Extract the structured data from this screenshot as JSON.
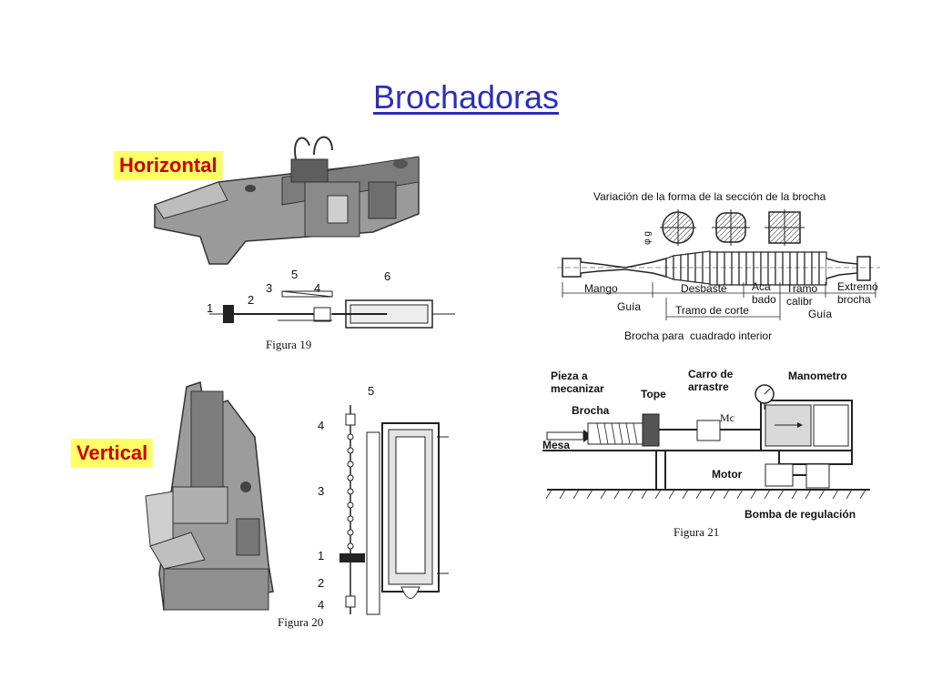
{
  "title": "Brochadoras",
  "labels": {
    "horizontal": "Horizontal",
    "vertical": "Vertical"
  },
  "fig19": {
    "caption": "Figura 19",
    "callouts": [
      "1",
      "2",
      "3",
      "4",
      "5",
      "6"
    ]
  },
  "fig20": {
    "caption": "Figura 20",
    "callouts": [
      "5",
      "4",
      "3",
      "1",
      "2",
      "4"
    ]
  },
  "broach": {
    "heading": "Variación de la forma de la sección de la brocha",
    "dimension": "φ g",
    "sections": [
      "Mango",
      "Desbaste",
      "Aca\nbado",
      "Tramo\ncalibr",
      "Extremo\nbrocha"
    ],
    "guia_left": "Guía",
    "guia_right": "Guía",
    "tramo_corte": "Tramo de corte",
    "caption": "Brocha para  cuadrado interior"
  },
  "fig21": {
    "caption": "Figura 21",
    "pieza": "Pieza a\nmecanizar",
    "carro": "Carro de\narrastre",
    "manometro": "Manometro",
    "tope": "Tope",
    "brocha": "Brocha",
    "mc": "Mc",
    "mesa": "Mesa",
    "motor": "Motor",
    "bomba": "Bomba de regulación"
  }
}
